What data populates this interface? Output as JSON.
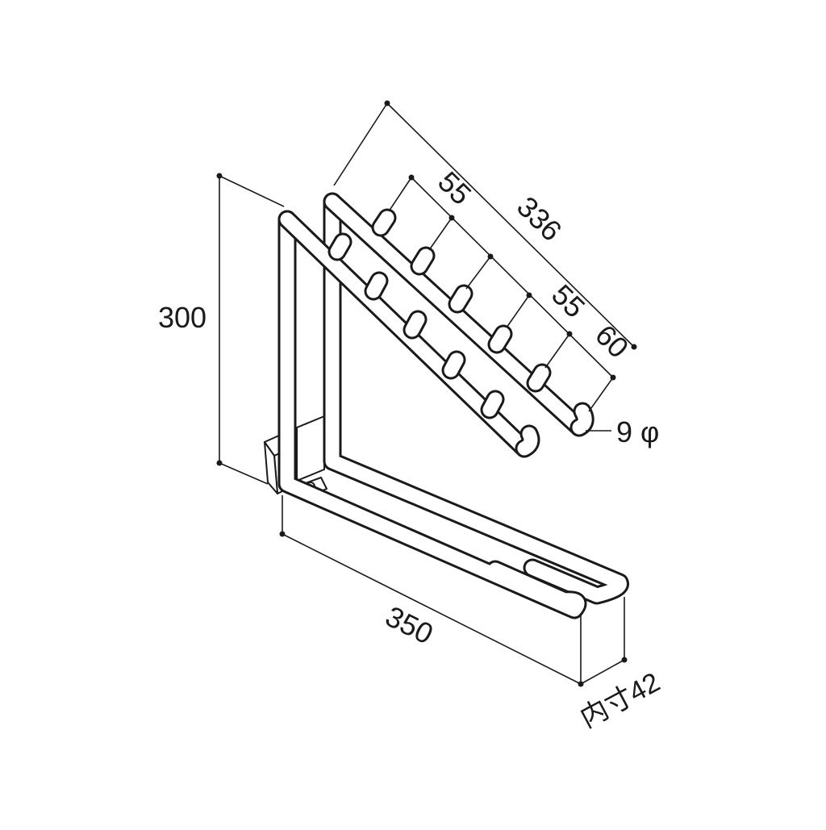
{
  "dimensions": {
    "height": "300",
    "depth": "350",
    "inner_width": "内寸42",
    "rail_length": "336",
    "pitch_first": "55",
    "pitch_mid": "55",
    "pitch_end": "60",
    "wire_diameter": "9 φ"
  },
  "colors": {
    "line": "#1a1a1a",
    "background": "#ffffff"
  }
}
